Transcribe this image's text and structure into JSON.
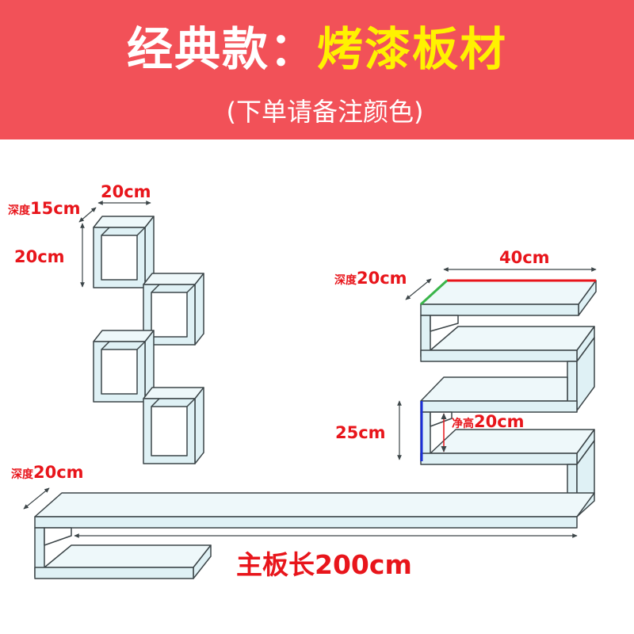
{
  "header": {
    "title_part1": "经典款：",
    "title_part2": "烤漆板材",
    "subtitle": "(下单请备注颜色)"
  },
  "colors": {
    "banner": "#f25158",
    "highlight": "#fff200",
    "board_fill": "#dff1f5",
    "board_stroke": "#3c4548",
    "label": "#e8151b",
    "edge_red": "#e8151b",
    "edge_green": "#3ab54a",
    "edge_blue": "#1b2fd6"
  },
  "labels": {
    "small_shelf": {
      "width": "20cm",
      "depth_prefix": "深度",
      "depth_value": "15cm",
      "height": "20cm"
    },
    "large_shelf": {
      "width": "40cm",
      "depth_prefix": "深度",
      "depth_value": "20cm",
      "height": "25cm",
      "clear_prefix": "净高",
      "clear_value": "20cm"
    },
    "main_board": {
      "depth_prefix": "深度",
      "depth_value": "20cm",
      "length": "主板长200cm"
    }
  }
}
